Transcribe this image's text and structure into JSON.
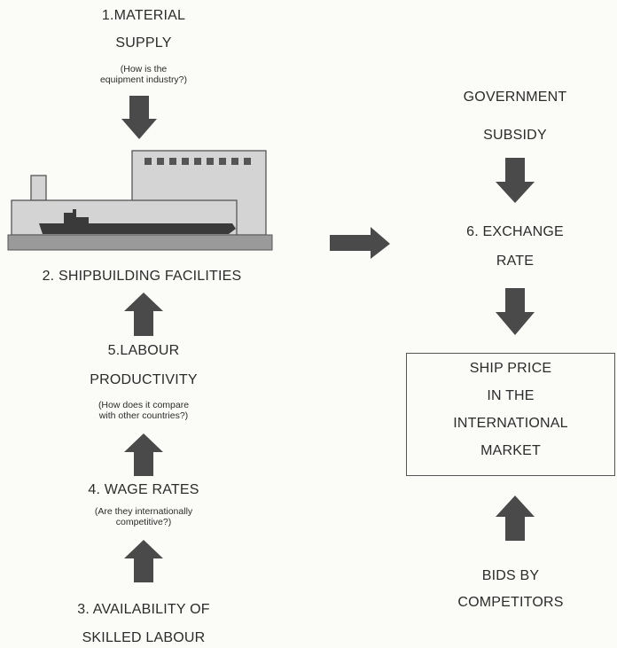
{
  "left": {
    "material_supply": {
      "title_line1": "1.MATERIAL",
      "title_line2": "SUPPLY",
      "note_line1": "(How is the",
      "note_line2": "equipment industry?)"
    },
    "shipbuilding": {
      "title": "2.  SHIPBUILDING FACILITIES"
    },
    "labour_productivity": {
      "title_line1": "5.LABOUR",
      "title_line2": "PRODUCTIVITY",
      "note_line1": "(How does it compare",
      "note_line2": "with other countries?)"
    },
    "wage_rates": {
      "title": "4. WAGE RATES",
      "note_line1": "(Are they internationally",
      "note_line2": "competitive?)"
    },
    "skilled_labour": {
      "title_line1": "3.  AVAILABILITY OF",
      "title_line2": "SKILLED LABOUR"
    }
  },
  "right": {
    "government_subsidy": {
      "line1": "GOVERNMENT",
      "line2": "SUBSIDY"
    },
    "exchange_rate": {
      "line1": "6. EXCHANGE",
      "line2": "RATE"
    },
    "ship_price": {
      "line1": "SHIP PRICE",
      "line2": "IN THE",
      "line3": "INTERNATIONAL",
      "line4": "MARKET"
    },
    "bids": {
      "line1": "BIDS BY",
      "line2": "COMPETITORS"
    }
  },
  "colors": {
    "arrow": "#4a4a4a",
    "building_fill": "#d4d4d4",
    "outline": "#555555",
    "ship": "#3a3a3a",
    "ground": "#9a9a9a"
  }
}
